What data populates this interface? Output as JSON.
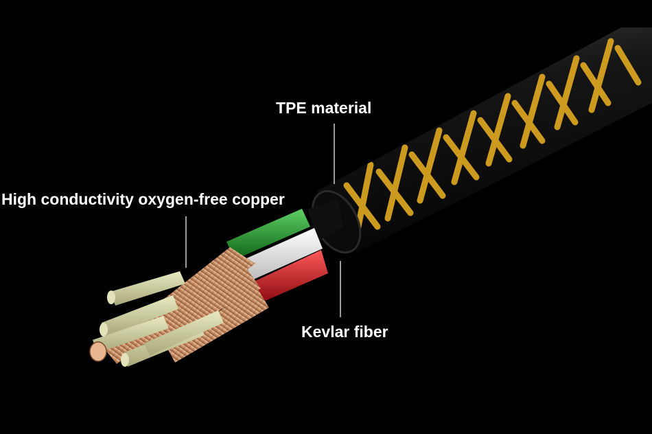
{
  "labels": {
    "tpe": "TPE material",
    "copper": "High conductivity oxygen-free copper",
    "kevlar": "Kevlar fiber"
  },
  "colors": {
    "background": "#000000",
    "jacket": "#151515",
    "jacket_pattern": "#d8a322",
    "kevlar_white": "#f2f2f2",
    "wire_green": "#1f9a2c",
    "wire_red": "#c8141b",
    "copper": "#d9a27a",
    "enamel_fill": "#d6d6a8",
    "leader_line": "#cfcfcf",
    "label_text": "#ffffff"
  }
}
